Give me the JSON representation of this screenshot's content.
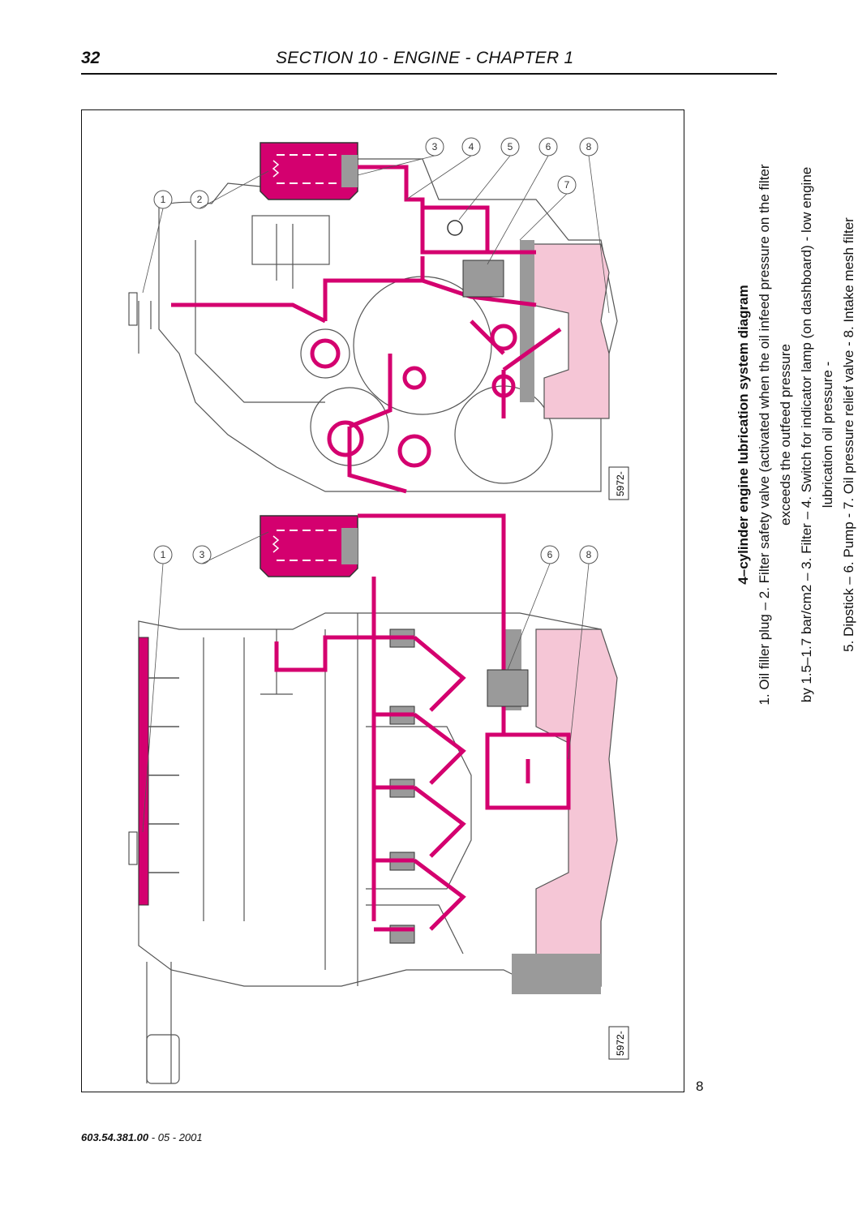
{
  "header": {
    "page_number": "32",
    "section_title": "SECTION 10 - ENGINE - CHAPTER 1"
  },
  "diagram": {
    "drawing_code_top": "5972-",
    "drawing_code_bottom": "5972-",
    "top_callouts": [
      "1",
      "2",
      "3",
      "4",
      "5",
      "6",
      "7",
      "8"
    ],
    "bottom_callouts": [
      "1",
      "3",
      "6",
      "8"
    ],
    "colors": {
      "oil_path": "#d4006f",
      "sump_oil": "#f5c6d6",
      "housing": "#9a9a9a",
      "outline": "#555555"
    }
  },
  "caption": {
    "title": "4–cylinder engine lubrication system diagram",
    "lines": [
      "1. Oil filler plug – 2. Filter safety valve (activated  when the oil infeed pressure on the filter exceeds the outfeed pressure",
      "by 1.5–1.7 bar/cm2 – 3. Filter – 4. Switch for indicator lamp (on dashboard) - low engine lubrication oil pressure  -",
      "5. Dipstick – 6. Pump - 7. Oil pressure relief valve - 8. Intake mesh filter"
    ],
    "figure_number": "8"
  },
  "footer": {
    "part_number": "603.54.381.00",
    "date": " - 05 - 2001"
  }
}
